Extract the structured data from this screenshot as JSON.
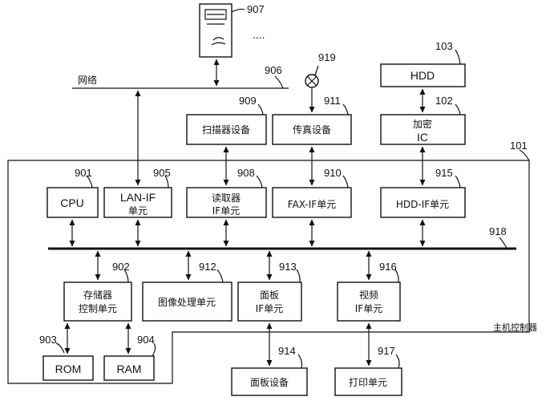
{
  "network": {
    "label": "网络",
    "ref": "906"
  },
  "computer": {
    "ref": "907",
    "ellipsis": "...."
  },
  "fax_symbol": {
    "ref": "919"
  },
  "hdd": {
    "label": "HDD",
    "ref": "103"
  },
  "crypto_ic": {
    "line1": "加密",
    "line2": "IC",
    "ref": "102"
  },
  "scanner": {
    "label": "扫描器设备",
    "ref": "909"
  },
  "fax_device": {
    "label": "传真设备",
    "ref": "911"
  },
  "controller": {
    "label": "主机控制器",
    "ref": "101"
  },
  "cpu": {
    "label": "CPU",
    "ref": "901"
  },
  "lan_if": {
    "line1": "LAN-IF",
    "line2": "单元",
    "ref": "905"
  },
  "reader_if": {
    "line1": "读取器",
    "line2": "IF单元",
    "ref": "908"
  },
  "fax_if": {
    "label": "FAX-IF单元",
    "ref": "910"
  },
  "hdd_if": {
    "label": "HDD-IF单元",
    "ref": "915"
  },
  "bus": {
    "ref": "918"
  },
  "mem_ctrl": {
    "line1": "存储器",
    "line2": "控制单元",
    "ref": "902"
  },
  "image_proc": {
    "label": "图像处理单元",
    "ref": "912"
  },
  "panel_if": {
    "line1": "面板",
    "line2": "IF单元",
    "ref": "913"
  },
  "video_if": {
    "line1": "视频",
    "line2": "IF单元",
    "ref": "916"
  },
  "rom": {
    "label": "ROM",
    "ref": "903"
  },
  "ram": {
    "label": "RAM",
    "ref": "904"
  },
  "panel_device": {
    "label": "面板设备",
    "ref": "914"
  },
  "print_unit": {
    "label": "打印单元",
    "ref": "917"
  }
}
